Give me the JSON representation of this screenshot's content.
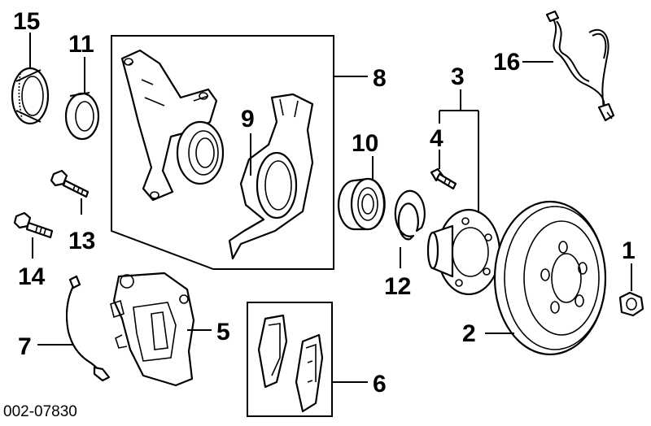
{
  "diagram_code": "002-07830",
  "callouts": {
    "c1": "1",
    "c2": "2",
    "c3": "3",
    "c4": "4",
    "c5": "5",
    "c6": "6",
    "c7": "7",
    "c8": "8",
    "c9": "9",
    "c10": "10",
    "c11": "11",
    "c12": "12",
    "c13": "13",
    "c14": "14",
    "c15": "15",
    "c16": "16"
  }
}
